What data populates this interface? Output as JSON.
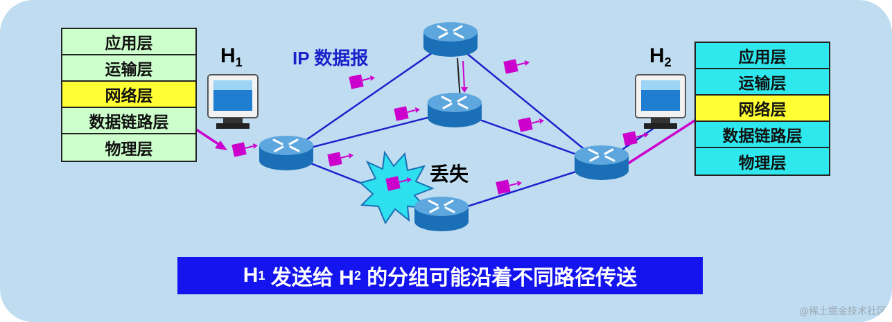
{
  "h1_stack": {
    "layers": [
      "应用层",
      "运输层",
      "网络层",
      "数据链路层",
      "物理层"
    ]
  },
  "h2_stack": {
    "layers": [
      "应用层",
      "运输层",
      "网络层",
      "数据链路层",
      "物理层"
    ]
  },
  "hosts": {
    "h1": {
      "letter": "H",
      "sub": "1"
    },
    "h2": {
      "letter": "H",
      "sub": "2"
    }
  },
  "ip_label": "IP 数据报",
  "lost_label": "丢失",
  "caption": {
    "part1": "H",
    "sub1": "1",
    "part2": " 发送给 H",
    "sub2": "2",
    "part3": " 的分组可能沿着不同路径传送"
  },
  "watermark": "@稀土掘金技术社区",
  "colors": {
    "background": "#bfdcf0",
    "h1_layers": "#ccffcc",
    "h2_layers": "#2ee8ee",
    "network_layer_highlight": "#ffff33",
    "link_line": "#1a22cc",
    "packet": "#cc00cc",
    "caption_bg": "#1414ee"
  },
  "icons": [
    "router-icon",
    "computer-icon",
    "packet-icon",
    "explosion-icon"
  ]
}
